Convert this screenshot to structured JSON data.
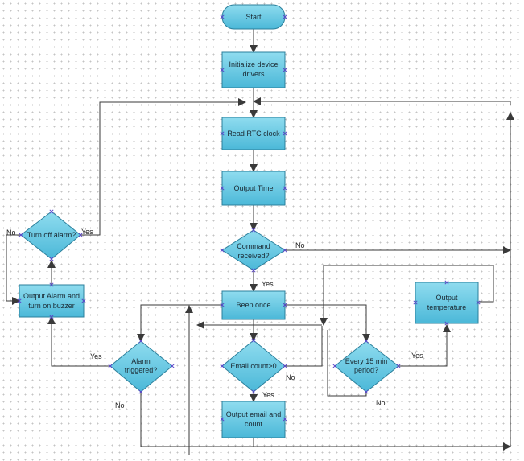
{
  "colors": {
    "node_top": "#8fdcef",
    "node_bottom": "#4bb8d8",
    "node_border": "#2b7f9b",
    "edge": "#3a3a3a",
    "connection_marker": "#5b46c9"
  },
  "nodes": {
    "start": {
      "label": "Start"
    },
    "init": {
      "lines": [
        "Initialize device",
        "drivers"
      ]
    },
    "rtc": {
      "label": "Read RTC clock"
    },
    "time": {
      "label": "Output Time"
    },
    "command": {
      "lines": [
        "Command",
        "received?"
      ]
    },
    "beep": {
      "label": "Beep once"
    },
    "email_count": {
      "label": "Email count>0"
    },
    "output_email": {
      "lines": [
        "Output email and",
        "count"
      ]
    },
    "alarm_trig": {
      "lines": [
        "Alarm",
        "triggered?"
      ]
    },
    "output_alarm": {
      "lines": [
        "Output Alarm and",
        "turn on buzzer"
      ]
    },
    "turn_off": {
      "label": "Turn off alarm?"
    },
    "every15": {
      "lines": [
        "Every 15 min",
        "period?"
      ]
    },
    "out_temp": {
      "lines": [
        "Output",
        "temperature"
      ]
    }
  },
  "edge_labels": {
    "command_no": "No",
    "command_yes": "Yes",
    "turnoff_no": "No",
    "turnoff_yes": "Yes",
    "alarm_yes": "Yes",
    "alarm_no": "No",
    "email_no": "No",
    "email_yes": "Yes",
    "every15_yes": "Yes",
    "every15_no": "No"
  }
}
